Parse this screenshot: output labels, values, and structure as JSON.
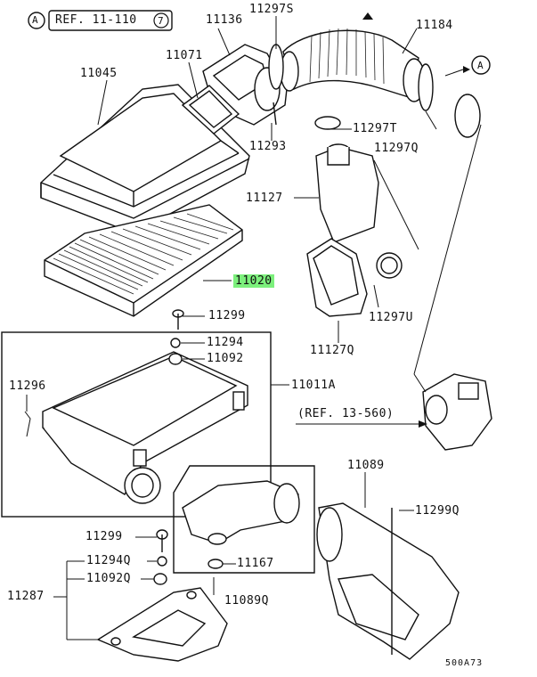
{
  "diagram": {
    "reference_tag": {
      "circle": "A",
      "text": "REF. 11-110",
      "sub": "7"
    },
    "labels": {
      "p11136": "11136",
      "p11297S": "11297S",
      "p11184": "11184",
      "p11071": "11071",
      "p11045": "11045",
      "pA": "A",
      "p11297T": "11297T",
      "p11293": "11293",
      "p11297Q": "11297Q",
      "p11127": "11127",
      "p11020": "11020",
      "p11299a": "11299",
      "p11297U": "11297U",
      "p11294": "11294",
      "p11092": "11092",
      "p11127Q": "11127Q",
      "p11296": "11296",
      "p11011A": "11011A",
      "ref13": "(REF. 13-560)",
      "p11089": "11089",
      "p11299Q": "11299Q",
      "p11299b": "11299",
      "p11294Q": "11294Q",
      "p11167": "11167",
      "p11092Q": "11092Q",
      "p11287": "11287",
      "p11089Q": "11089Q",
      "code": "500A73"
    },
    "highlight_color": "#7cf07c"
  }
}
